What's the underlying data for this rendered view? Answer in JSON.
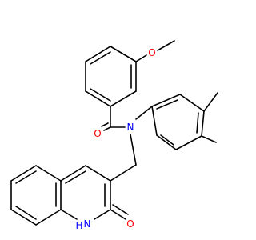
{
  "molecule": {
    "atom_labels": {
      "methoxy_oxygen": "O",
      "carbonyl_oxygen": "O",
      "amide_nitrogen": "N",
      "ring_nh": "H",
      "ring_n": "N",
      "keto_oxygen": "O"
    },
    "colors": {
      "oxygen": "#ff0000",
      "nitrogen": "#0000ff",
      "bond": "#000000",
      "background": "#ffffff"
    }
  }
}
